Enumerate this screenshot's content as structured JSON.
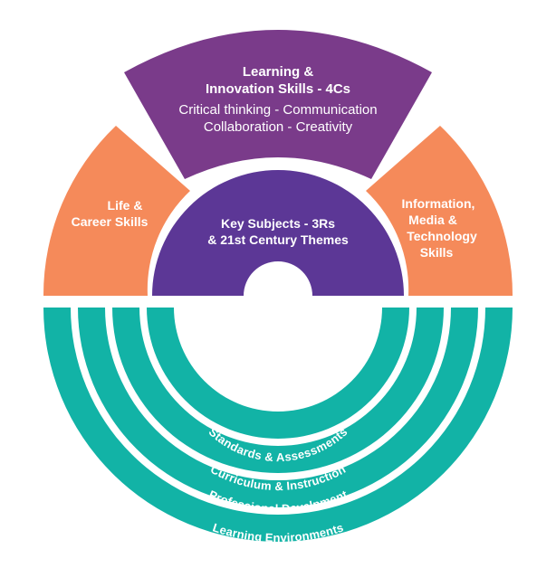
{
  "colors": {
    "purple": "#7a3b8a",
    "purple_core": "#5c3796",
    "orange": "#f58a5a",
    "teal": "#12b3a6"
  },
  "top_segment": {
    "title_line1": "Learning &",
    "title_line2": "Innovation Skills - 4Cs",
    "sub_line1": "Critical thinking - Communication",
    "sub_line2": "Collaboration - Creativity"
  },
  "left_segment": {
    "line1": "Life &",
    "line2": "Career Skills"
  },
  "right_segment": {
    "line1": "Information,",
    "line2": "Media &",
    "line3": "Technology",
    "line4": "Skills"
  },
  "core": {
    "line1": "Key Subjects - 3Rs",
    "line2": "& 21st Century Themes"
  },
  "rings": [
    "Standards & Assessments",
    "Curriculum & Instruction",
    "Professional Develpment",
    "Learning Environments"
  ]
}
